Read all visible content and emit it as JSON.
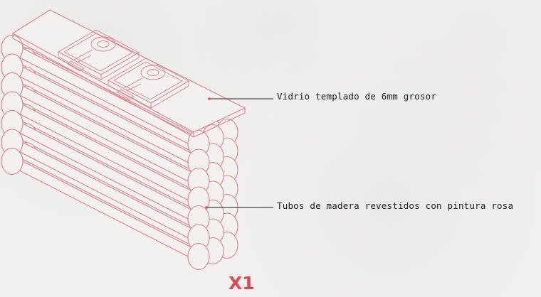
{
  "labels": {
    "glass": "Vidrio templado de 6mm grosor",
    "tubes": "Tubos de madera revestidos con pintura rosa"
  },
  "multiplier": "X1",
  "colors": {
    "background": "#f2f1f0",
    "line": "#d9838b",
    "accent": "#e0484f",
    "text": "#1b1b1b"
  }
}
